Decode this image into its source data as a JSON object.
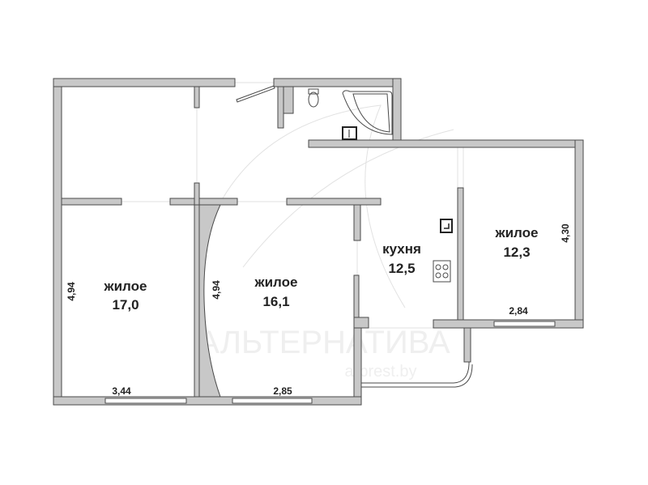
{
  "watermark": {
    "brand": "АЛЬТЕРНАТИВА",
    "site": "a-brest.by"
  },
  "rooms": [
    {
      "name": "жилое",
      "area": "17,0"
    },
    {
      "name": "жилое",
      "area": "16,1"
    },
    {
      "name": "кухня",
      "area": "12,5"
    },
    {
      "name": "жилое",
      "area": "12,3"
    }
  ],
  "dimensions": {
    "room1_height": "4,94",
    "room1_width": "3,44",
    "room2_height": "4,94",
    "room2_width": "2,85",
    "room4_height": "4,30",
    "room4_width": "2,84"
  },
  "colors": {
    "wall": "#c8c8c8",
    "outline": "#4a4a4a"
  }
}
